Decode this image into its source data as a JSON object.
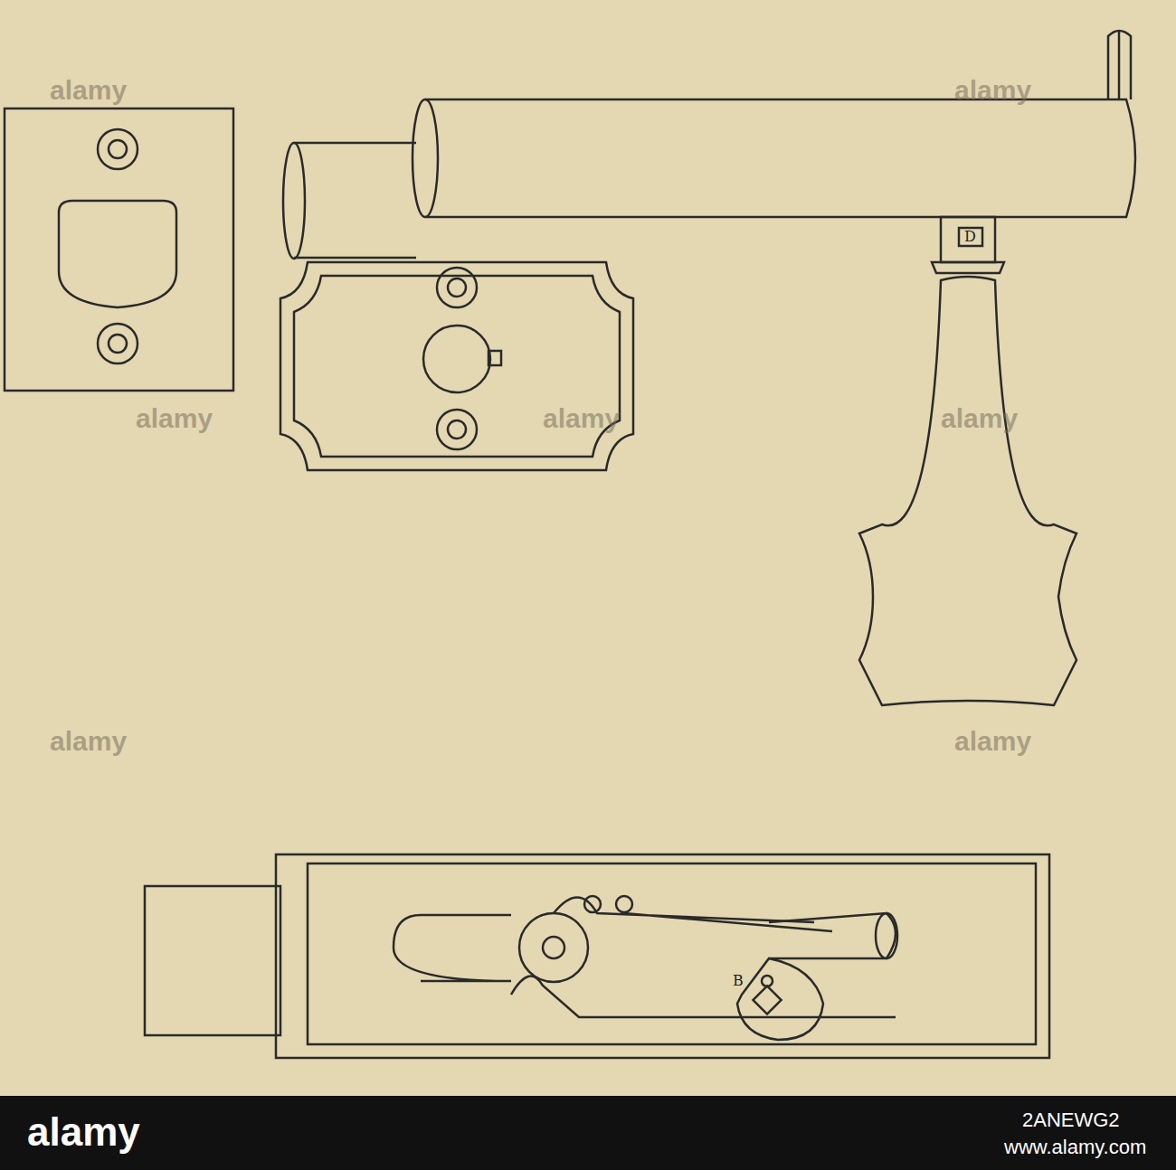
{
  "diagram": {
    "labels": [
      "alamy",
      "alamy",
      "alamy",
      "alamy",
      "alamy",
      "alamy",
      "alamy",
      "D",
      "B",
      "alamy",
      "2ANEWG2",
      "www.alamy.com"
    ]
  }
}
